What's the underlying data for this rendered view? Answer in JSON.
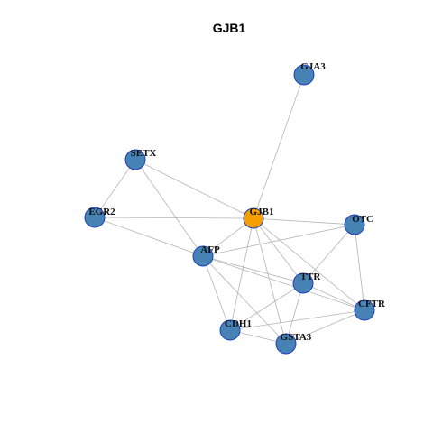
{
  "title": "GJB1",
  "colors": {
    "node_fill": "#4682B4",
    "center_fill": "#F5A000",
    "node_stroke": "#1F3FBF",
    "center_stroke": "#555555",
    "edge": "#B4B4B4"
  },
  "nodes": [
    {
      "id": "GJA3"
    },
    {
      "id": "SETX"
    },
    {
      "id": "EGR2"
    },
    {
      "id": "GJB1",
      "center": true
    },
    {
      "id": "OTC"
    },
    {
      "id": "AFP"
    },
    {
      "id": "TTR"
    },
    {
      "id": "CFTR"
    },
    {
      "id": "CDH1"
    },
    {
      "id": "GSTA3"
    }
  ],
  "edges": [
    [
      "GJA3",
      "GJB1"
    ],
    [
      "SETX",
      "EGR2"
    ],
    [
      "SETX",
      "GJB1"
    ],
    [
      "SETX",
      "AFP"
    ],
    [
      "EGR2",
      "GJB1"
    ],
    [
      "EGR2",
      "AFP"
    ],
    [
      "GJB1",
      "OTC"
    ],
    [
      "GJB1",
      "AFP"
    ],
    [
      "GJB1",
      "TTR"
    ],
    [
      "GJB1",
      "CFTR"
    ],
    [
      "GJB1",
      "CDH1"
    ],
    [
      "GJB1",
      "GSTA3"
    ],
    [
      "OTC",
      "AFP"
    ],
    [
      "OTC",
      "TTR"
    ],
    [
      "OTC",
      "CFTR"
    ],
    [
      "AFP",
      "TTR"
    ],
    [
      "AFP",
      "CDH1"
    ],
    [
      "AFP",
      "GSTA3"
    ],
    [
      "AFP",
      "CFTR"
    ],
    [
      "TTR",
      "CDH1"
    ],
    [
      "TTR",
      "GSTA3"
    ],
    [
      "TTR",
      "CFTR"
    ],
    [
      "CDH1",
      "GSTA3"
    ],
    [
      "CDH1",
      "CFTR"
    ],
    [
      "GSTA3",
      "CFTR"
    ]
  ]
}
